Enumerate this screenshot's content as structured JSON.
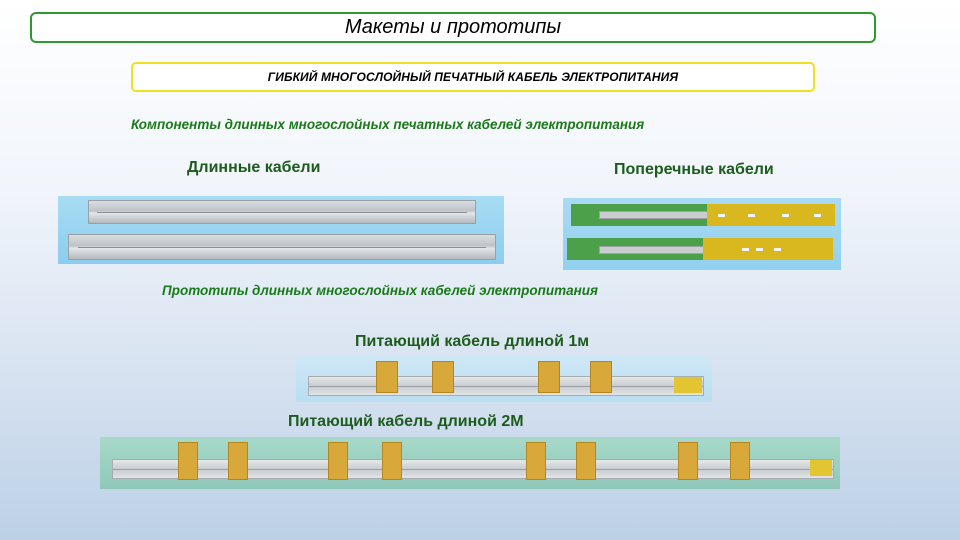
{
  "header": {
    "title": "Макеты и прототипы",
    "subtitle": "ГИБКИЙ МНОГОСЛОЙНЫЙ ПЕЧАТНЫЙ КАБЕЛЬ ЭЛЕКТРОПИТАНИЯ"
  },
  "components": {
    "heading": "Компоненты  длинных многослойных печатных кабелей электропитания",
    "long_cables_label": "Длинные кабели",
    "cross_cables_label": "Поперечные кабели"
  },
  "prototypes": {
    "heading": "Прототипы  длинных многослойных кабелей электропитания",
    "cable_1m_label": "Питающий кабель длиной 1м",
    "cable_2m_label": "Питающий кабель длиной 2М"
  },
  "colors": {
    "title_border": "#2e9a2e",
    "subtitle_border": "#f0e020",
    "heading_green": "#1a7a1a"
  }
}
